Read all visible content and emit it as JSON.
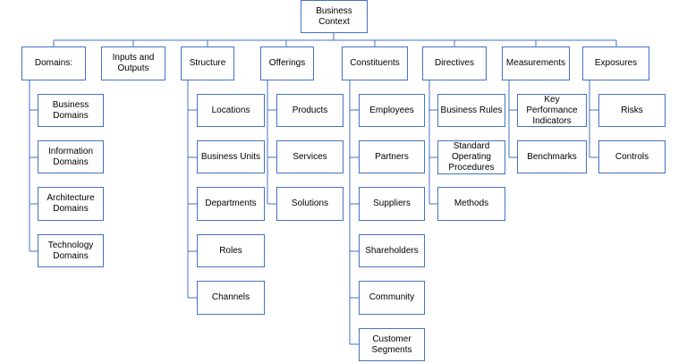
{
  "root": "Business Context",
  "categories": [
    {
      "label": "Domains:",
      "children": [
        "Business Domains",
        "Information Domains",
        "Architecture Domains",
        "Technology Domains"
      ]
    },
    {
      "label": "Inputs and Outputs",
      "children": []
    },
    {
      "label": "Structure",
      "children": [
        "Locations",
        "Business Units",
        "Departments",
        "Roles",
        "Channels"
      ]
    },
    {
      "label": "Offerings",
      "children": [
        "Products",
        "Services",
        "Solutions"
      ]
    },
    {
      "label": "Constituents",
      "children": [
        "Employees",
        "Partners",
        "Suppliers",
        "Shareholders",
        "Community",
        "Customer Segments"
      ]
    },
    {
      "label": "Directives",
      "children": [
        "Business Rules",
        "Standard Operating Procedures",
        "Methods"
      ]
    },
    {
      "label": "Measurements",
      "children": [
        "Key Performance Indicators",
        "Benchmarks"
      ]
    },
    {
      "label": "Exposures",
      "children": [
        "Risks",
        "Controls"
      ]
    }
  ],
  "colors": {
    "line": "#4472c4",
    "box_border": "#4472c4",
    "box_fill": "#ffffff",
    "text": "#000000"
  }
}
